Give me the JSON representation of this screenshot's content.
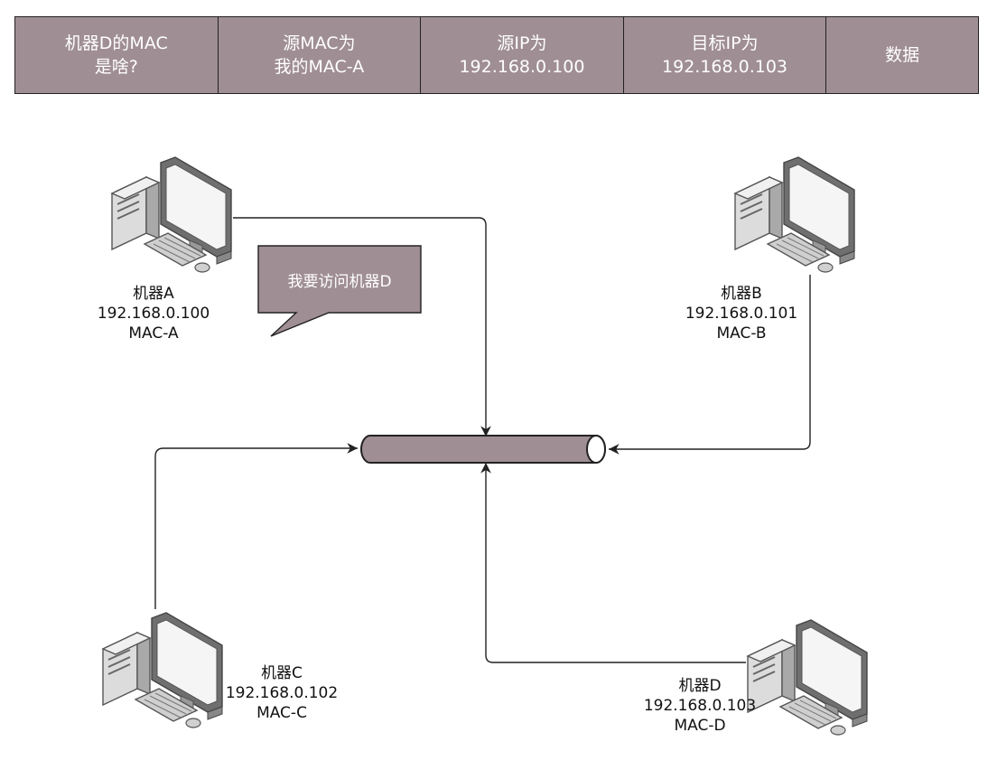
{
  "packet": {
    "fields": [
      {
        "line1": "机器D的MAC",
        "line2": "是啥?"
      },
      {
        "line1": "源MAC为",
        "line2": "我的MAC-A"
      },
      {
        "line1": "源IP为",
        "line2": "192.168.0.100"
      },
      {
        "line1": "目标IP为",
        "line2": "192.168.0.103"
      },
      {
        "line1": "数据",
        "line2": ""
      }
    ]
  },
  "bubble": {
    "text": "我要访问机器D"
  },
  "machines": {
    "a": {
      "name": "机器A",
      "ip": "192.168.0.100",
      "mac": "MAC-A"
    },
    "b": {
      "name": "机器B",
      "ip": "192.168.0.101",
      "mac": "MAC-B"
    },
    "c": {
      "name": "机器C",
      "ip": "192.168.0.102",
      "mac": "MAC-C"
    },
    "d": {
      "name": "机器D",
      "ip": "192.168.0.103",
      "mac": "MAC-D"
    }
  },
  "colors": {
    "accent": "#9f8e93",
    "line": "#222222",
    "text_on_accent": "#ffffff"
  },
  "icons": {
    "computer": "desktop-computer-icon"
  }
}
